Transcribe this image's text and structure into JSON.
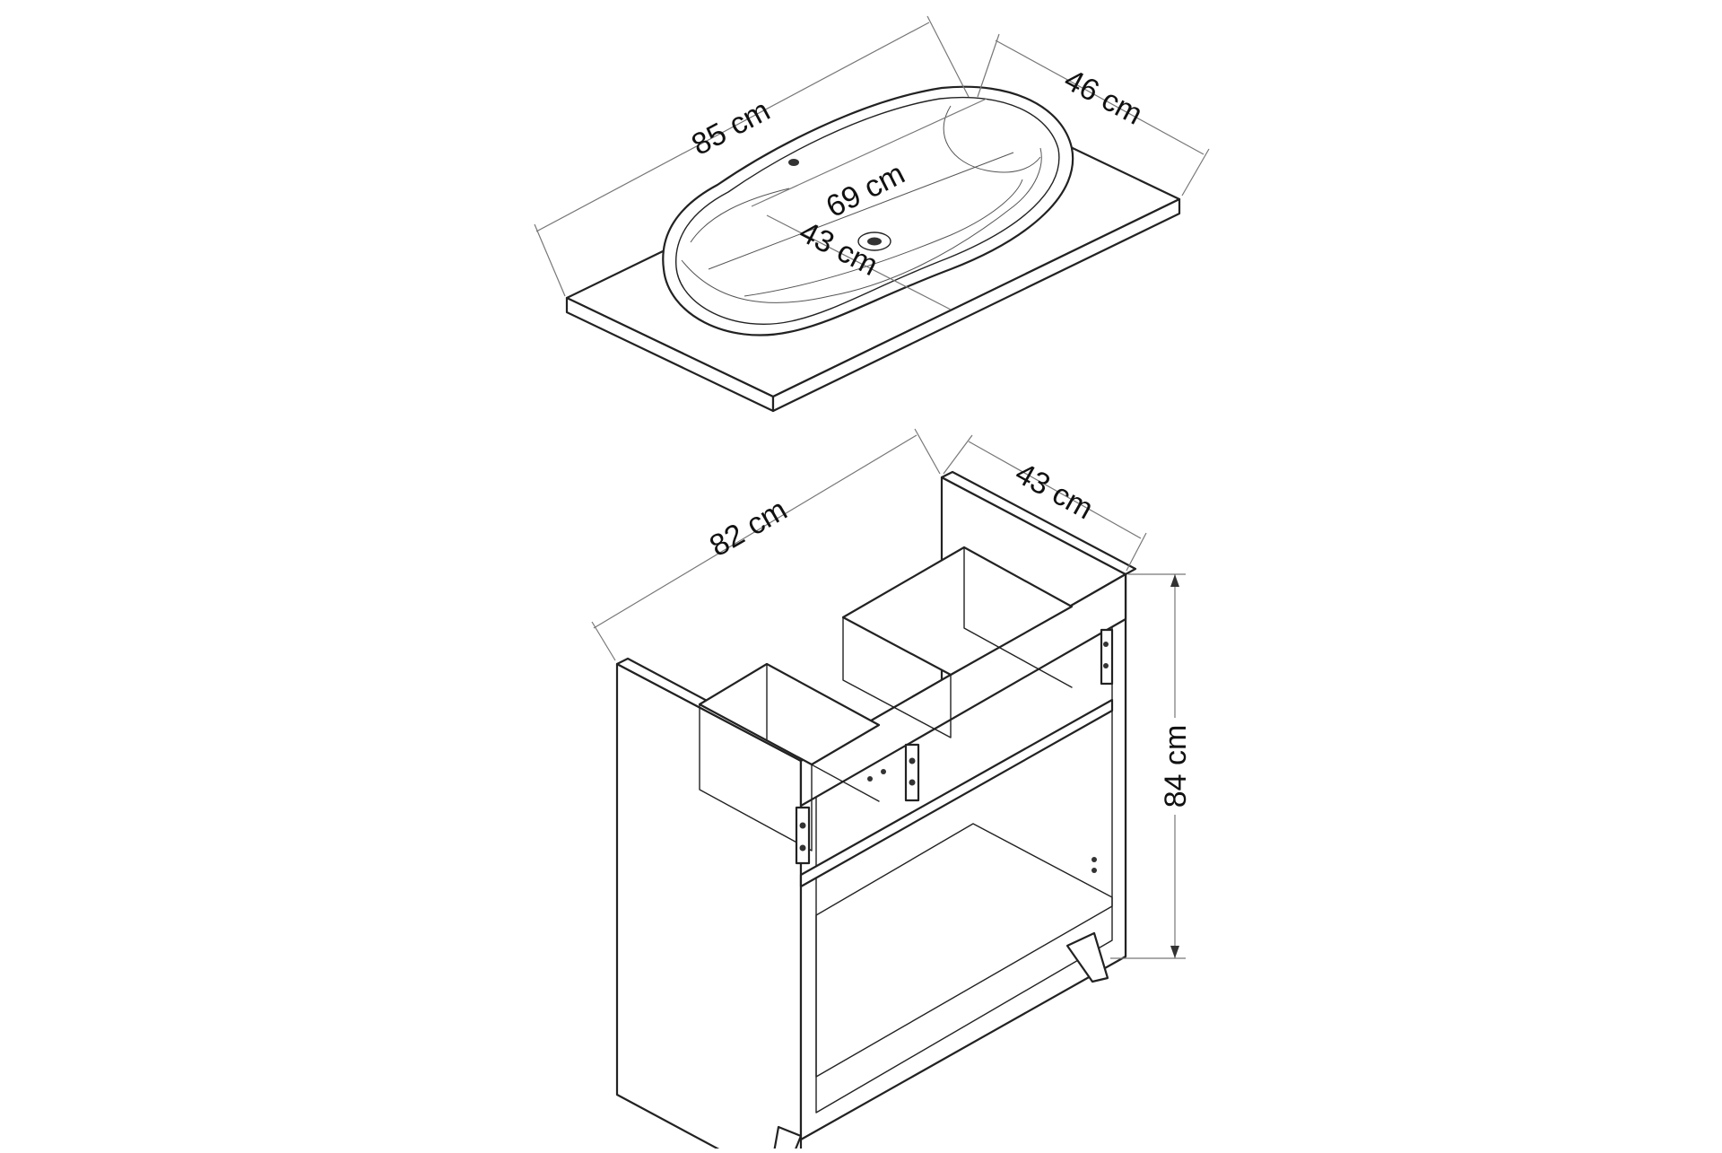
{
  "dimensions": {
    "top_width": "85 cm",
    "top_depth": "46 cm",
    "basin_width": "69 cm",
    "basin_depth": "43 cm",
    "cabinet_width": "82 cm",
    "cabinet_depth": "43 cm",
    "cabinet_height": "84 cm"
  },
  "colors": {
    "line": "#222222",
    "dimension_line": "#777777",
    "background": "#ffffff"
  }
}
